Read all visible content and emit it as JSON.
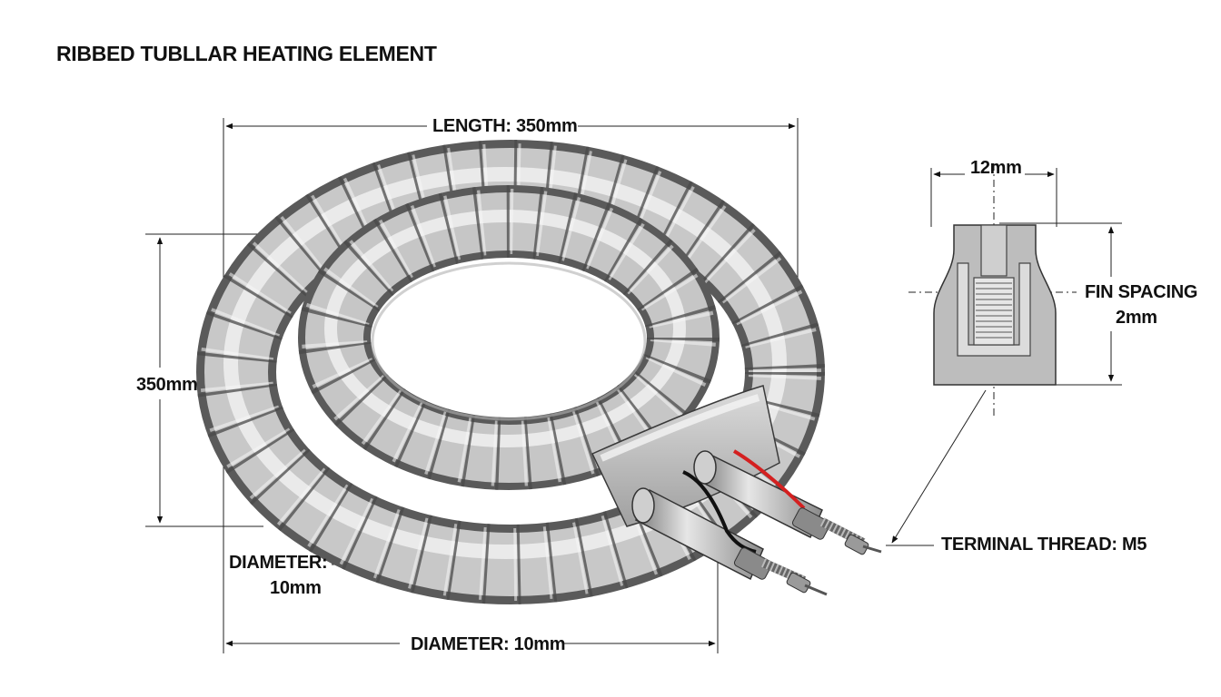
{
  "title": "RIBBED TUBLLAR HEATING ELEMENT",
  "dimensions": {
    "length": "LENGTH: 350mm",
    "height": "350mm",
    "tube_diameter_line1": "DIAMETER:",
    "tube_diameter_line2": "10mm",
    "bottom_diameter": "DIAMETER: 10mm"
  },
  "detail": {
    "width": "12mm",
    "fin_spacing_line1": "FIN SPACING",
    "fin_spacing_line2": "2mm",
    "terminal_thread": "TERMINAL THREAD: M5"
  },
  "colors": {
    "metal_light": "#e8e8e8",
    "metal_mid": "#a9a9a9",
    "metal_dark": "#5f5f5f",
    "outline": "#3a3a3a",
    "wire_red": "#d42020",
    "wire_black": "#111111"
  }
}
